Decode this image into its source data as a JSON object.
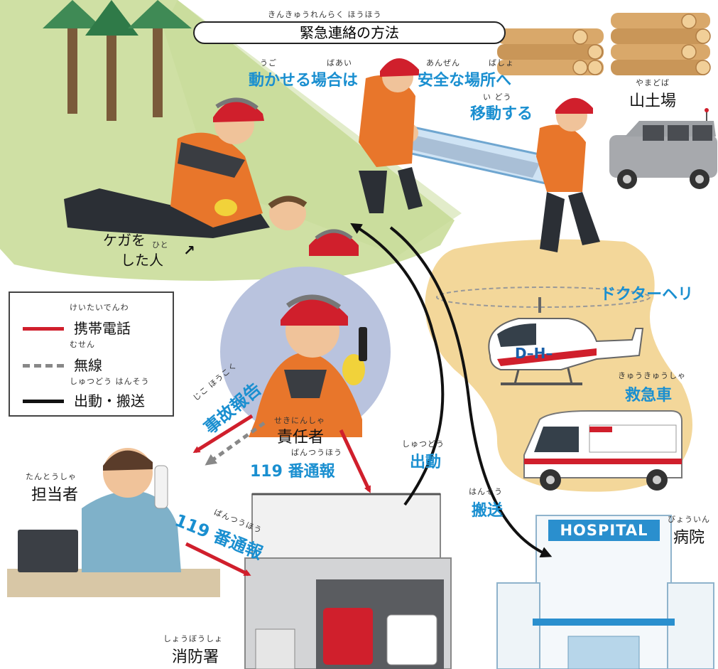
{
  "title": {
    "ruby": "きんきゅうれんらく ほうほう",
    "text": "緊急連絡の方法"
  },
  "move_caption": {
    "line1_a": "動かせる場合は",
    "line1_a_ruby_1": "うご",
    "line1_a_ruby_2": "ばあい",
    "line1_b": "安全な場所へ",
    "line1_b_ruby_1": "あんぜん",
    "line1_b_ruby_2": "ばしょ",
    "line2": "移動する",
    "line2_ruby": "い どう"
  },
  "yamadoba": {
    "ruby": "やまどば",
    "text": "山土場"
  },
  "injured": {
    "line1": "ケガを",
    "ruby": "ひと",
    "line2": "した人",
    "arrow": "↗"
  },
  "doctor_heli": {
    "text": "ドクターヘリ",
    "tail_text": "D–H–"
  },
  "ambulance": {
    "ruby": "きゅうきゅうしゃ",
    "text": "救急車"
  },
  "hospital": {
    "sign": "HOSPITAL",
    "ruby": "びょういん",
    "text": "病院"
  },
  "legend": {
    "items": [
      {
        "ruby": "けいたいでんわ",
        "label": "携帯電話",
        "color": "#d01f2c",
        "style": "solid"
      },
      {
        "ruby": "むせん",
        "label": "無線",
        "color": "#888888",
        "style": "dashed"
      },
      {
        "ruby": "しゅつどう はんそう",
        "label": "出動・搬送",
        "color": "#111111",
        "style": "solid"
      }
    ]
  },
  "accident_report": {
    "ruby": "じこ ほうこく",
    "text": "事故報告"
  },
  "manager": {
    "ruby": "せきにんしゃ",
    "text": "責任者"
  },
  "call_119_top": {
    "ruby": "ばんつうほう",
    "text": "119 番通報"
  },
  "call_119_left": {
    "ruby": "ばんつうほう",
    "text": "119 番通報"
  },
  "dispatch": {
    "ruby": "しゅつどう",
    "text": "出動"
  },
  "transport": {
    "ruby": "はんそう",
    "text": "搬送"
  },
  "person_in_charge": {
    "ruby": "たんとうしゃ",
    "text": "担当者"
  },
  "fire_station": {
    "ruby": "しょうぼうしょ",
    "text": "消防署"
  },
  "colors": {
    "red": "#d01f2c",
    "blue": "#1a8fd0",
    "gray": "#888888",
    "orange": "#e8762b",
    "grass": "#cfe0a4",
    "sand": "#f3d79a"
  }
}
